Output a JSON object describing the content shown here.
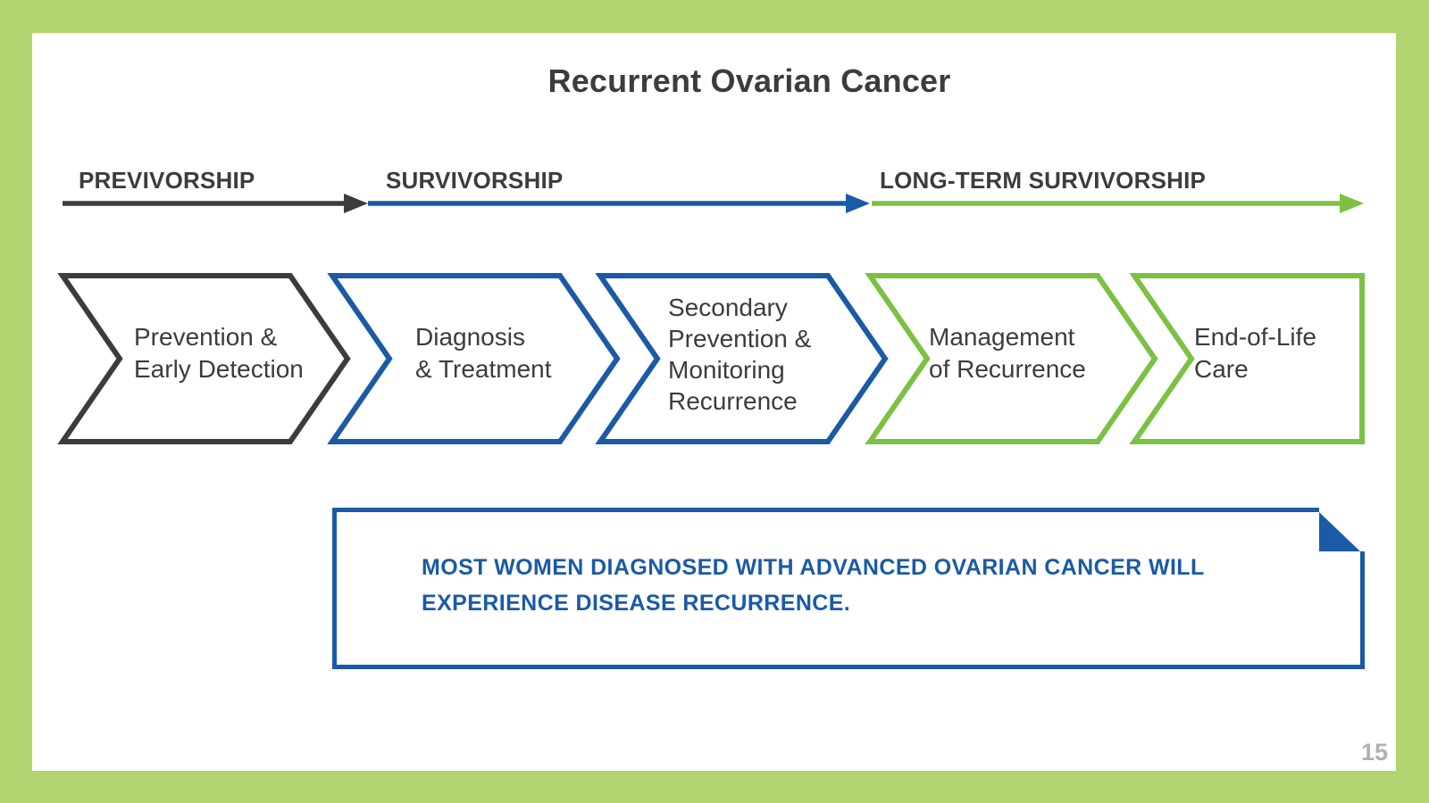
{
  "slide": {
    "title": "Recurrent Ovarian Cancer",
    "page_number": "15"
  },
  "timeline_phases": [
    {
      "label": "PREVIVORSHIP",
      "color": "#3d3c3c"
    },
    {
      "label": "SURVIVORSHIP",
      "color": "#1b5aa5"
    },
    {
      "label": "LONG-TERM SURVIVORSHIP",
      "color": "#7bc143"
    }
  ],
  "stages": [
    {
      "label": "Prevention &\nEarly Detection",
      "outline_color": "#3d3c3c"
    },
    {
      "label": "Diagnosis\n& Treatment",
      "outline_color": "#1b5aa5"
    },
    {
      "label": "Secondary\nPrevention &\nMonitoring\nRecurrence",
      "outline_color": "#1b5aa5"
    },
    {
      "label": "Management\nof Recurrence",
      "outline_color": "#7bc143"
    },
    {
      "label": "End-of-Life\nCare",
      "outline_color": "#7bc143"
    }
  ],
  "callout": {
    "text": "MOST WOMEN DIAGNOSED WITH ADVANCED OVARIAN CANCER WILL\nEXPERIENCE DISEASE RECURRENCE."
  },
  "colors": {
    "dark": "#3d3c3c",
    "blue": "#1b5aa5",
    "green": "#7bc143",
    "frame_green": "#b2d470",
    "page_number_gray": "#b1b1b1"
  }
}
